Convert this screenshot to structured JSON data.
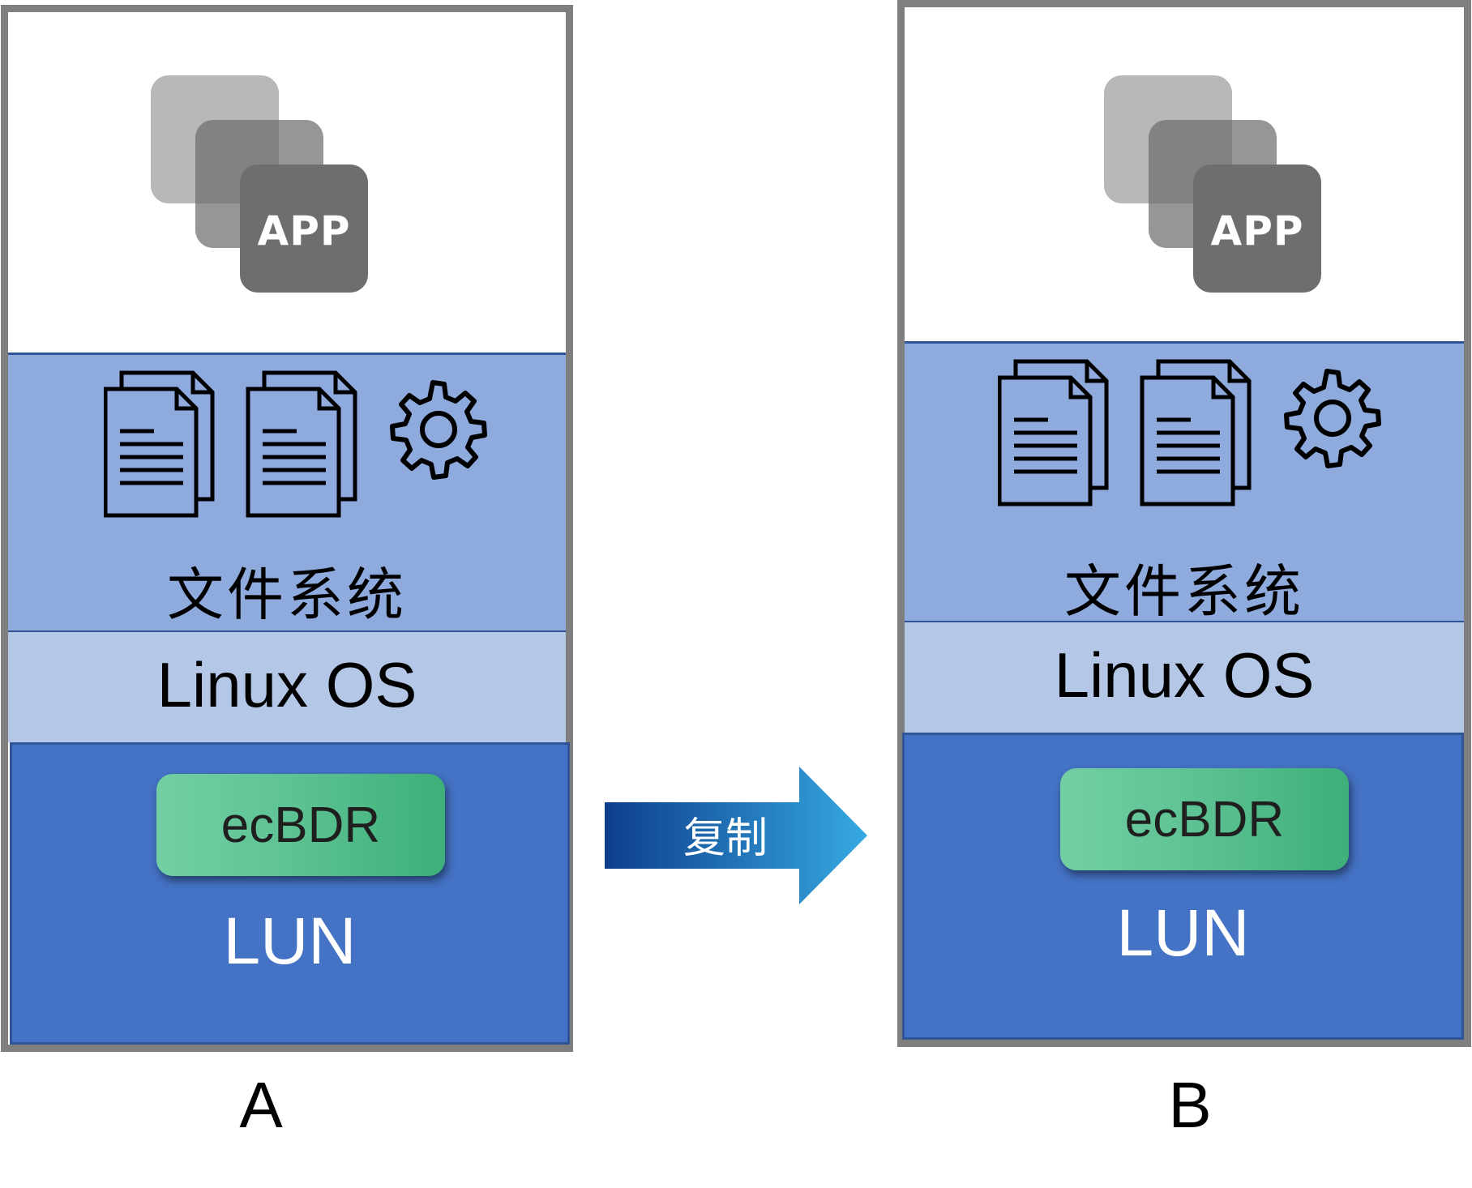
{
  "stack_a": {
    "app": "APP",
    "filesystem": "文件系统",
    "os": "Linux OS",
    "ecbdr": "ecBDR",
    "lun": "LUN",
    "caption": "A"
  },
  "stack_b": {
    "app": "APP",
    "filesystem": "文件系统",
    "os": "Linux OS",
    "ecbdr": "ecBDR",
    "lun": "LUN",
    "caption": "B"
  },
  "arrow": {
    "label": "复制"
  },
  "colors": {
    "border": "#7f7f7f",
    "filesystem_layer": "#8faadc",
    "os_layer": "#b4c7e7",
    "lun_layer": "#4472c4",
    "ecbdr_box": "#5ec394",
    "arrow_start": "#0d3d8c",
    "arrow_end": "#36a9e1"
  },
  "icons": [
    "app-stack-icon",
    "document-icon",
    "document-icon",
    "gear-icon",
    "right-arrow-icon"
  ]
}
